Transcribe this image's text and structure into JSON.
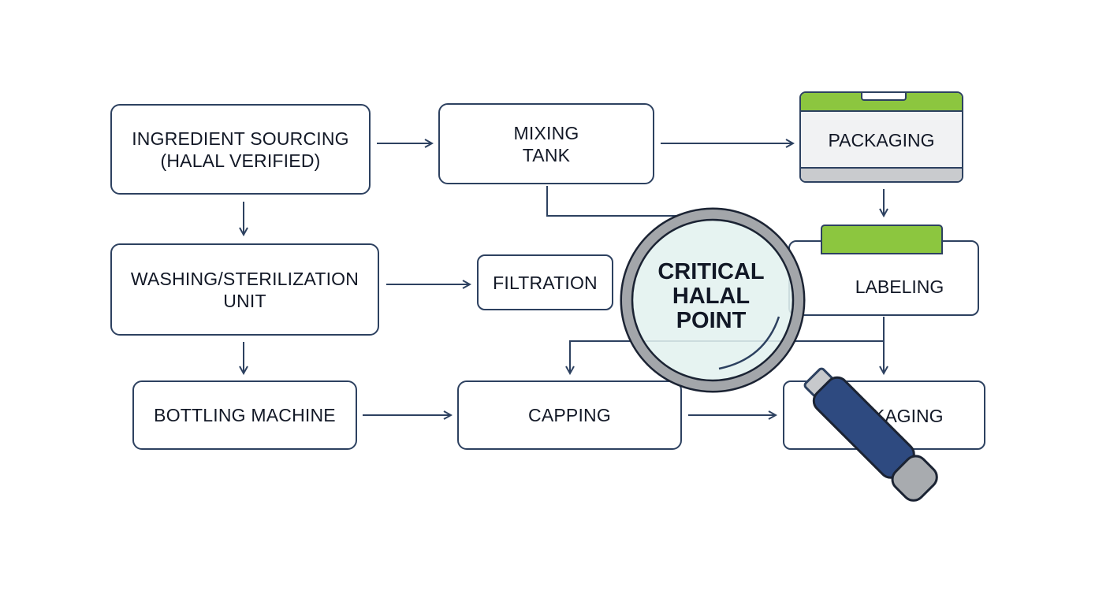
{
  "steps": {
    "ingredient_sourcing": {
      "line1": "INGREDIENT SOURCING",
      "line2": "(HALAL VERIFIED)"
    },
    "mixing_tank": {
      "line1": "MIXING",
      "line2": "TANK"
    },
    "packaging_top": {
      "label": "PACKAGING"
    },
    "washing": {
      "line1": "WASHING/STERILIZATION",
      "line2": "UNIT"
    },
    "filtration": {
      "label": "FILTRATION"
    },
    "labeling": {
      "label": "LABELING"
    },
    "bottling": {
      "label": "BOTTLING MACHINE"
    },
    "capping": {
      "label": "CAPPING"
    },
    "packaging_bottom": {
      "label": "KAGING"
    }
  },
  "magnifier": {
    "line1": "CRITICAL",
    "line2": "HALAL",
    "line3": "POINT"
  },
  "colors": {
    "stroke": "#2d4160",
    "accent_green": "#8cc63f",
    "handle_blue": "#2e4a80",
    "lens_tint": "#e3f1ef",
    "rim_gray": "#a3a6aa"
  }
}
